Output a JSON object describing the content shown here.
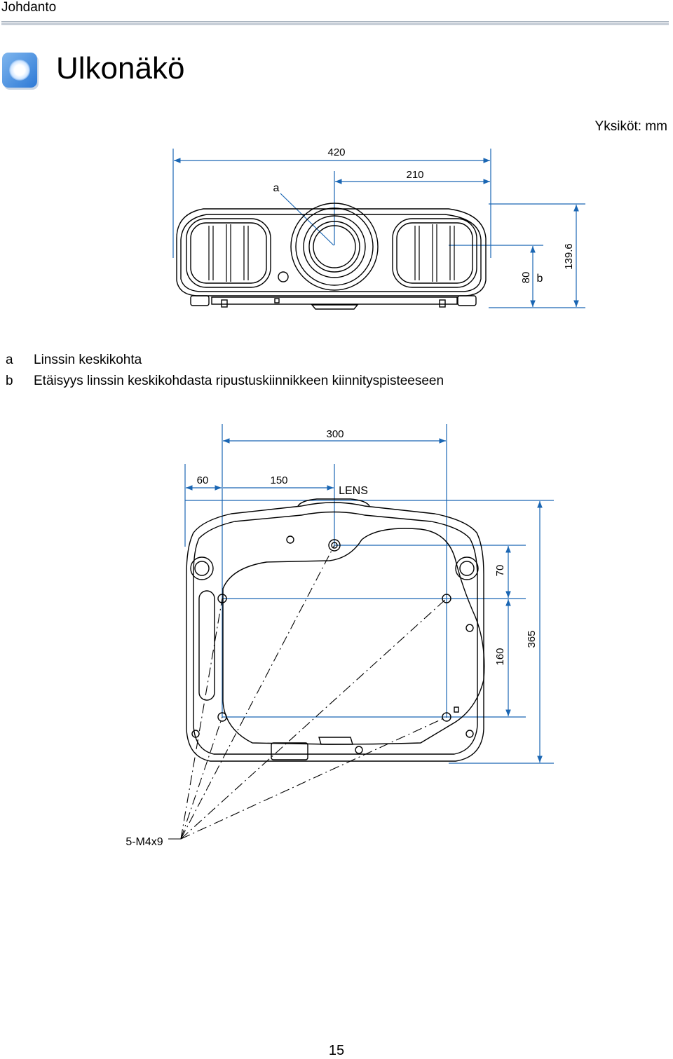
{
  "header": {
    "section_title": "Johdanto"
  },
  "page": {
    "title": "Ulkonäkö",
    "units_label": "Yksiköt: mm",
    "page_number": "15"
  },
  "front_view": {
    "dim_total_width": "420",
    "dim_half_width": "210",
    "label_a": "a",
    "label_b": "b",
    "dim_lens_to_mount": "80",
    "dim_height": "139.6"
  },
  "legend": [
    {
      "key": "a",
      "text": "Linssin keskikohta"
    },
    {
      "key": "b",
      "text": "Etäisyys linssin keskikohdasta ripustuskiinnikkeen kiinnityspisteeseen"
    }
  ],
  "bottom_view": {
    "dim_mount_width": "300",
    "dim_left_offset": "60",
    "dim_lens_offset": "150",
    "lens_label": "LENS",
    "dim_front_offset": "70",
    "dim_mount_depth": "160",
    "dim_total_depth": "365",
    "screw_label": "5-M4x9"
  },
  "colors": {
    "dimension_line": "#1a66b3",
    "outline": "#000000",
    "icon": "#3a86dd"
  }
}
